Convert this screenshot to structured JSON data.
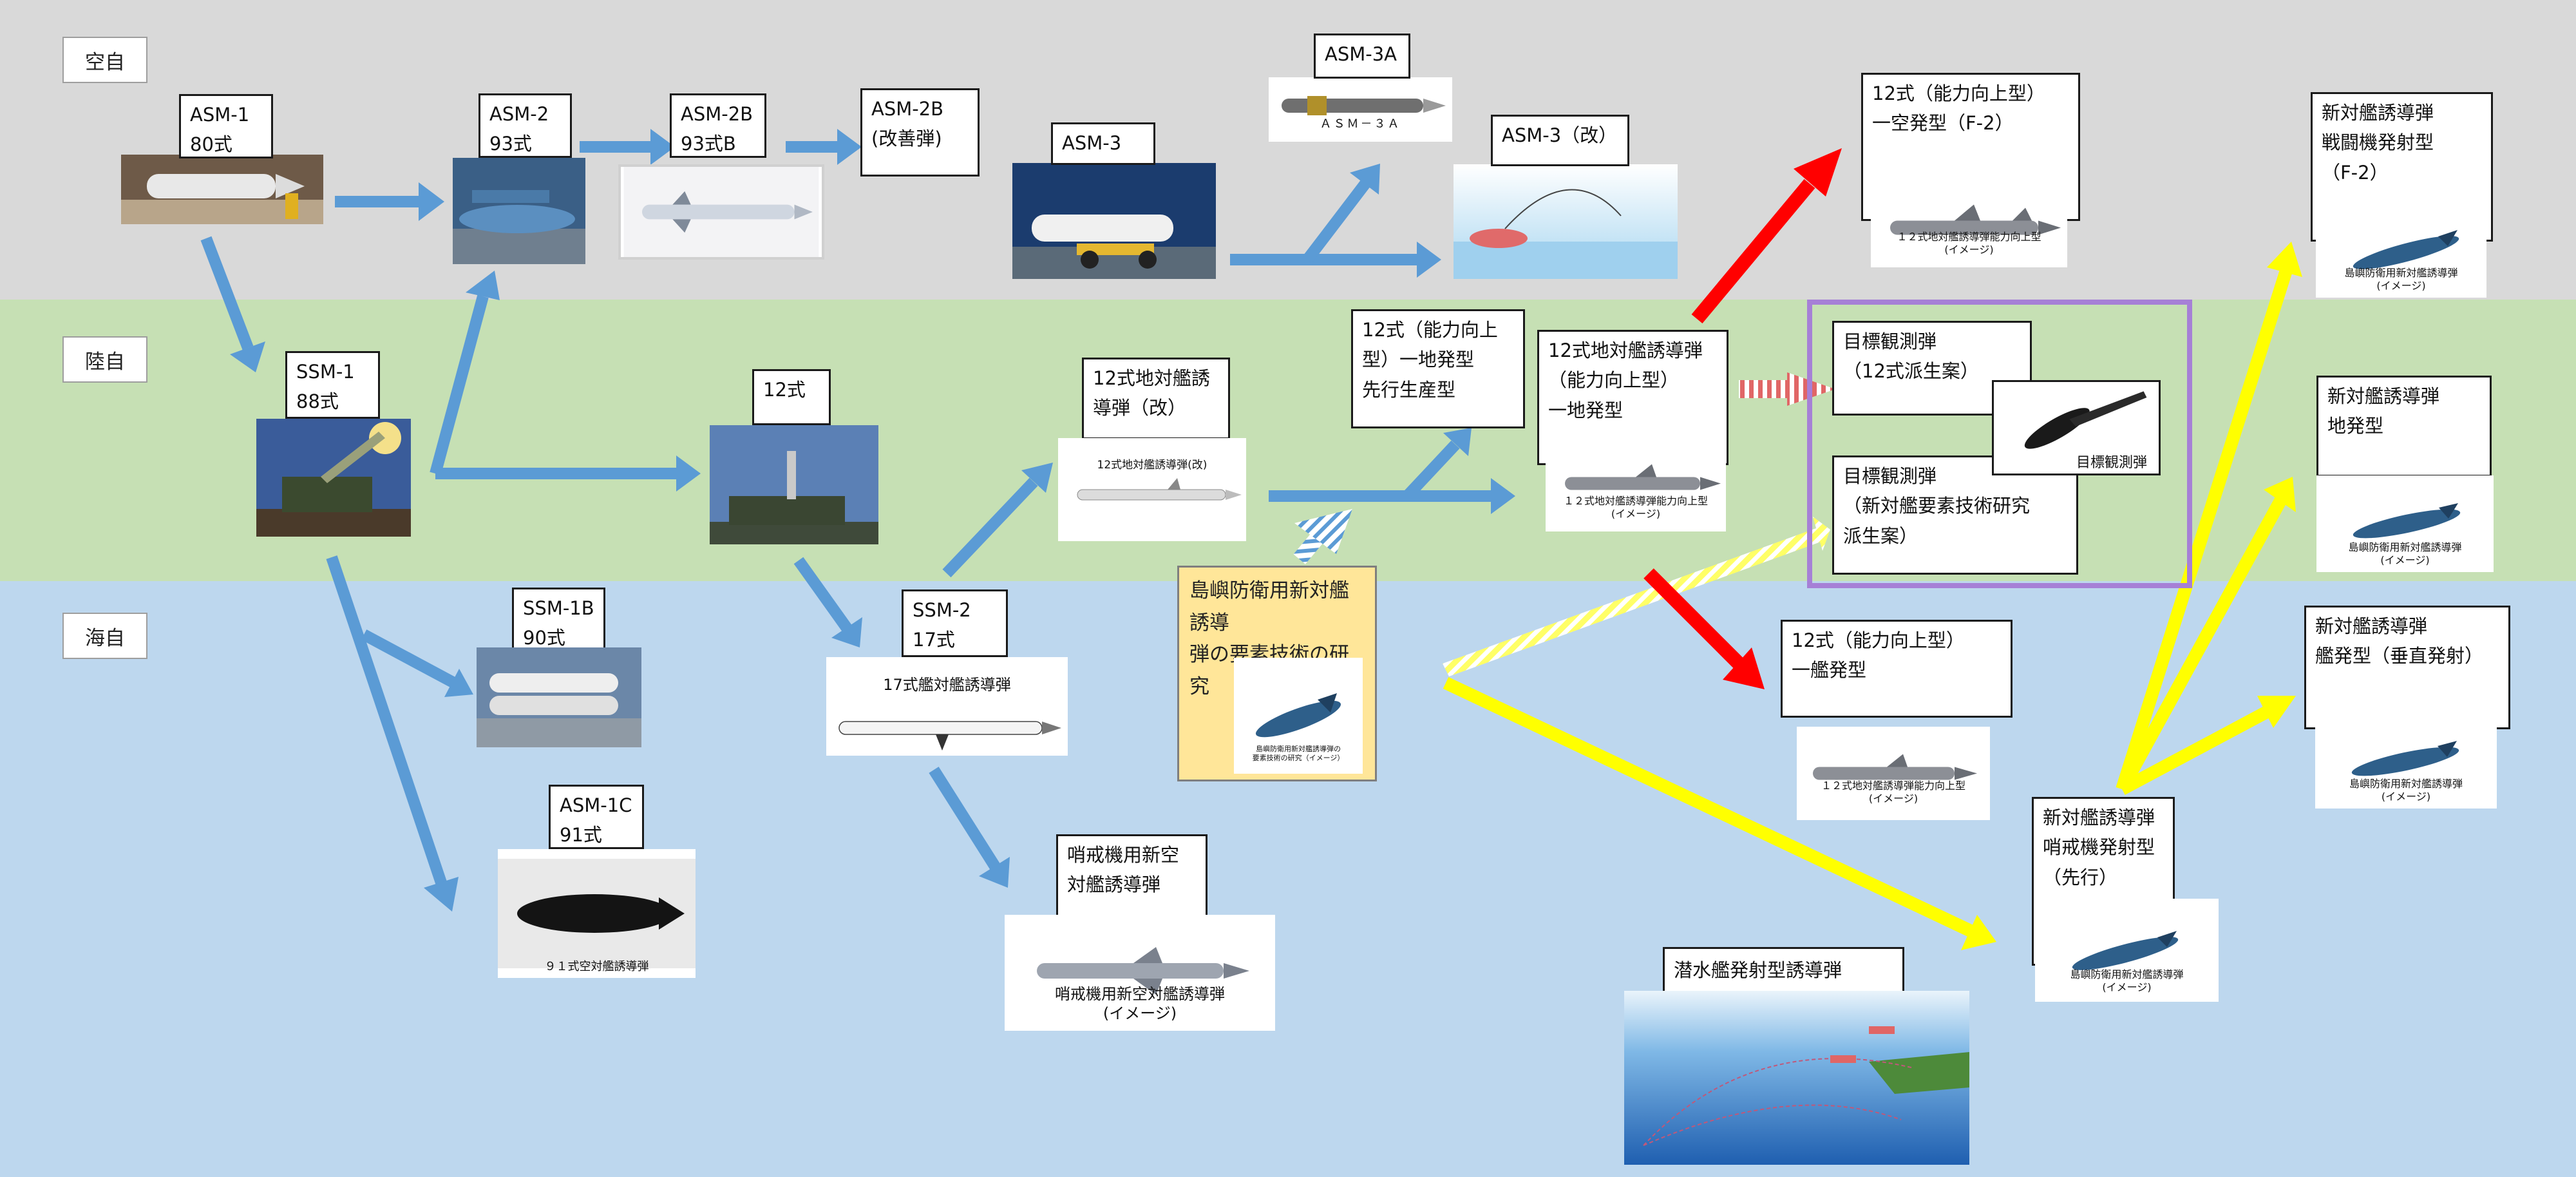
{
  "bands": {
    "air": "空自",
    "ground": "陸自",
    "sea": "海自"
  },
  "nodes": {
    "asm1": "ASM-1\n80式",
    "asm2": "ASM-2\n93式",
    "asm2b": "ASM-2B\n93式B",
    "asm2b_kai": "ASM-2B\n(改善弾)",
    "asm3": "ASM-3",
    "asm3a": "ASM-3A",
    "asm3_kai": "ASM-3（改）",
    "t12_air": "12式（能力向上型）\n一空発型（F-2）",
    "new_fighter": "新対艦誘導弾\n戦闘機発射型\n（F-2）",
    "ssm1": "SSM-1\n88式",
    "t12": "12式",
    "t12_kai": "12式地対艦誘\n導弾（改）",
    "t12_prod": "12式（能力向上\n型）一地発型\n先行生産型",
    "t12_ground": "12式地対艦誘導弾\n（能力向上型）\n一地発型",
    "target1": "目標観測弾\n（12式派生案）",
    "target2": "目標観測弾\n（新対艦要素技術研究\n派生案）",
    "new_ground": "新対艦誘導弾\n地発型",
    "ssm1b": "SSM-1B\n90式",
    "asm1c": "ASM-1C\n91式",
    "ssm2": "SSM-2\n17式",
    "patrol": "哨戒機用新空\n対艦誘導弾",
    "t12_ship": "12式（能力向上型）\n一艦発型",
    "new_ship": "新対艦誘導弾\n艦発型（垂直発射）",
    "new_patrol": "新対艦誘導弾\n哨戒機発射型\n（先行）",
    "sub": "潜水艦発射型誘導弾",
    "research": "島嶼防衛用新対艦誘導\n弾の要素技術の研究"
  },
  "captions": {
    "asm3a_pic": "ＡＳＭ－３Ａ",
    "t12_kai_pic": "12式地対艦誘導弾(改)",
    "ssm2_pic": "17式艦対艦誘導弾",
    "asm1c_pic": "９１式空対艦誘導弾",
    "patrol_pic": "哨戒機用新空対艦誘導弾\n(イメージ)",
    "t12_improved_pic": "１２式地対艦誘導弾能力向上型\n(イメージ)",
    "new_missile_pic": "島嶼防衛用新対艦誘導弾\n(イメージ)",
    "research_pic": "島嶼防衛用新対艦誘導弾の\n要素技術の研究（イメージ）",
    "target_obs_pic": "目標観測弾"
  },
  "colors": {
    "blue_arrow": "#5b9bd5",
    "red_arrow": "#ff0000",
    "yellow_arrow": "#ffff00",
    "hatch_red": "#e06666",
    "purple": "#a680d6"
  }
}
